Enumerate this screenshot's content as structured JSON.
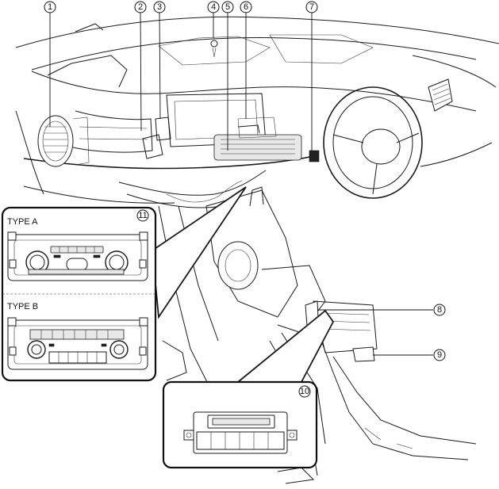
{
  "callouts": [
    "1",
    "2",
    "3",
    "4",
    "5",
    "6",
    "7",
    "8",
    "9",
    "10",
    "11"
  ],
  "type_labels": {
    "a": "TYPE A",
    "b": "TYPE B"
  }
}
